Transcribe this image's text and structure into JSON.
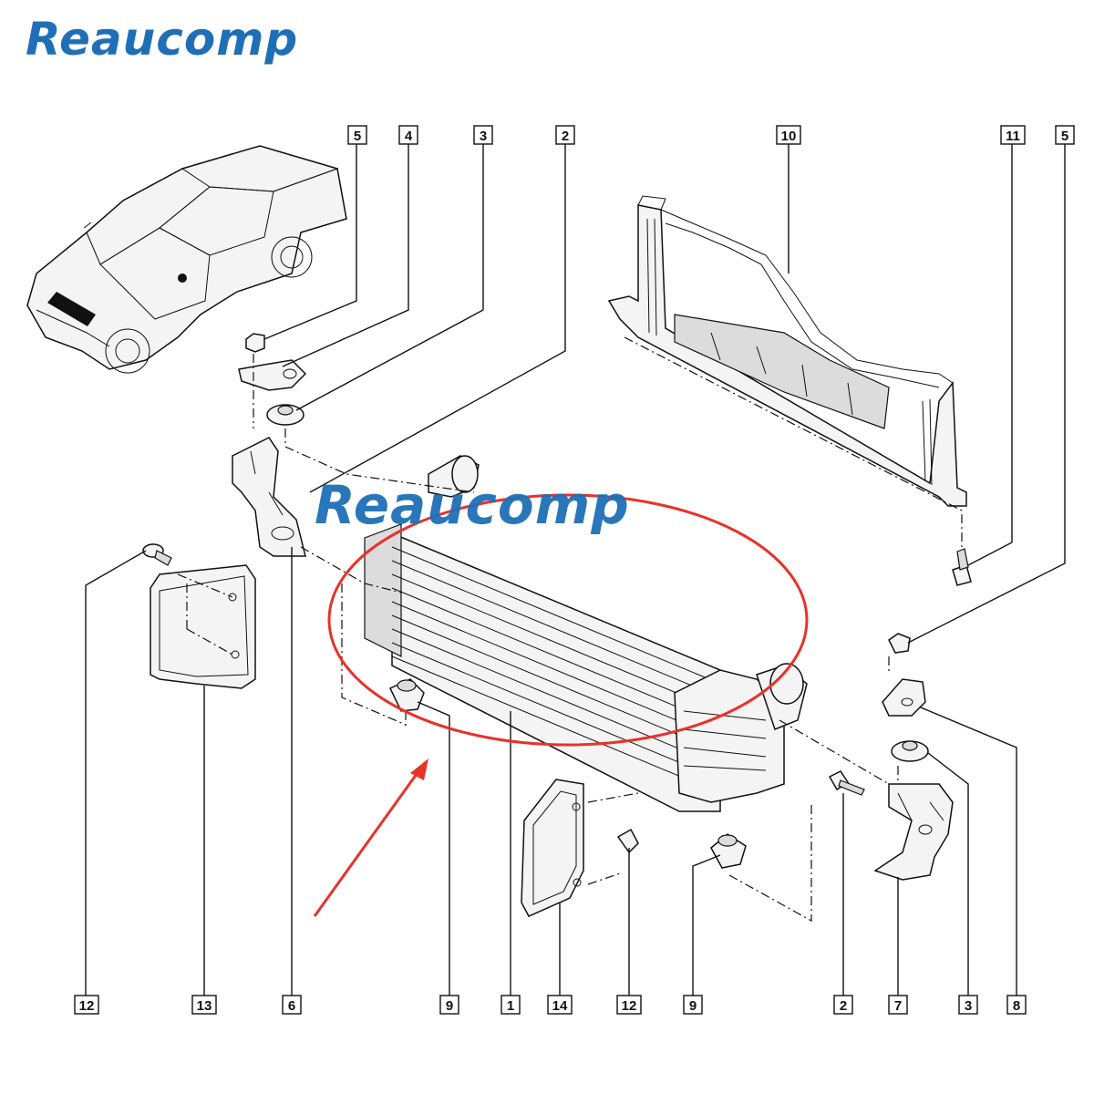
{
  "brand": {
    "logo_text": "Reaucomp",
    "watermark_text": "Reaucomp",
    "brand_color": "#1f6fb7"
  },
  "annotation": {
    "ellipse_color": "#e8322a",
    "arrow_color": "#e8322a"
  },
  "callouts": [
    {
      "label": "5"
    },
    {
      "label": "4"
    },
    {
      "label": "3"
    },
    {
      "label": "2"
    },
    {
      "label": "10"
    },
    {
      "label": "11"
    },
    {
      "label": "5"
    },
    {
      "label": "12"
    },
    {
      "label": "13"
    },
    {
      "label": "6"
    },
    {
      "label": "9"
    },
    {
      "label": "1"
    },
    {
      "label": "14"
    },
    {
      "label": "12"
    },
    {
      "label": "9"
    },
    {
      "label": "2"
    },
    {
      "label": "7"
    },
    {
      "label": "3"
    },
    {
      "label": "8"
    }
  ]
}
